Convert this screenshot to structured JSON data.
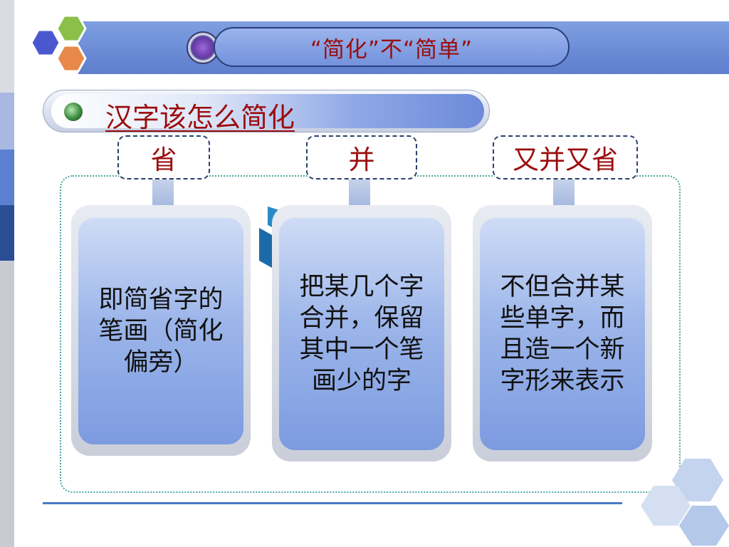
{
  "title": "“简化”不“简单”",
  "subheading": "汉字该怎么简化",
  "methods": [
    {
      "label": "省",
      "description": "即简省字的笔画（简化偏旁）"
    },
    {
      "label": "并",
      "description": "把某几个字合并，保留其中一个笔画少的字"
    },
    {
      "label": "又并又省",
      "description": "不但合并某些单字，而且造一个新字形来表示"
    }
  ],
  "colors": {
    "title_text": "#9b0d0d",
    "banner": "#6a8ad6",
    "card": "#9db6ea",
    "dotted_border": "#4aa8a0",
    "rule_line": "#4a78c8"
  },
  "icons": [
    "hexagon-cluster-logo",
    "purple-orb-icon",
    "green-bullet-icon",
    "hexagon-decoration"
  ]
}
